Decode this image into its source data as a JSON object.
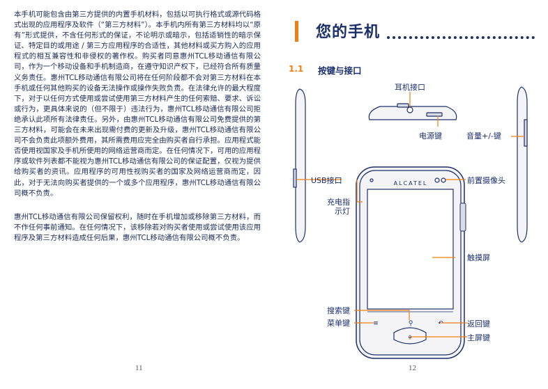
{
  "left_page": {
    "paragraph1": "本手机可能包含由第三方提供的内置手机材料，包括以可执行格式或源代码格式出现的应用程序及软件（“第三方材料”）。本手机内所有第三方材料均以“原有”形式提供，不含任何形式的保证，不论明示或暗示，包括适销性的暗示保证、特定目的或用途 / 第三方应用程序的合适性，其他材料或买方购入的应用程式的相互兼容性和非侵权的著作权。购买者同意惠州TCL移动通信有限公司，作为一个移动设备和手机制造商，在遵守知识产权下，已经符合所有质量义务责任。惠州TCL移动通信有限公司将在任何阶段都不会对第三方材料在本手机或任何其他购买的设备无法操作或操作失败负责。在法律允许的最大程度下，对于以任何方式使用或尝试使用第三方材料产生的任何索赔、要求、诉讼或行为，更具体来说的（但不限于）违法行为，惠州TCL移动通信有限公司拒绝承认此项所有法律责任。另外，由惠州TCL移动通信有限公司免费提供的第三方材料，可能会在未来出现需付费的更新及升级，惠州TCL移动通信有限公司不会负责此项额外费用，其所需费用应完全由购买者自行承担。应用程式能否使用视国家及手机所使用的网络运营商而定。在任何情况下，可用的应用程序或软件列表都不能视为惠州TCL移动通信有限公司的保证配置，仅视为提供给购买者的资讯。应用程序的可用性视购买者的国家及网络运营商而定，因此，对于无法向购买者提供的一个或多个应用程序，惠州TCL移动通信有限公司概不负责。",
    "paragraph2": "惠州TCL移动通信有限公司保留权利，随时在手机增加或移除第三方材料，而不作任何事前通知。在任何情况下，该移除若对购买者使用或尝试使用该应用程序及第三方材料造成任何后果，惠州TCL移动通信有限公司概不负责。",
    "page_number": "11"
  },
  "right_page": {
    "chapter_title": "您的手机",
    "section_number": "1.1",
    "section_title": "按键与接口",
    "page_number": "12",
    "brand_logo": "ALCATEL",
    "callouts": {
      "earphone_jack": "耳机接口",
      "power_key": "电源键",
      "volume_key": "音量+/-键",
      "usb_port": "USB接口",
      "front_camera": "前置摄像头",
      "charge_led_line1": "充电指",
      "charge_led_line2": "示灯",
      "touchscreen": "触摸屏",
      "search_key": "搜索键",
      "menu_key": "菜单键",
      "back_key": "返回键",
      "home_key": "主屏键"
    }
  },
  "colors": {
    "accent": "#f07f13",
    "title": "#1b2f6b",
    "text": "#1a2a55"
  }
}
